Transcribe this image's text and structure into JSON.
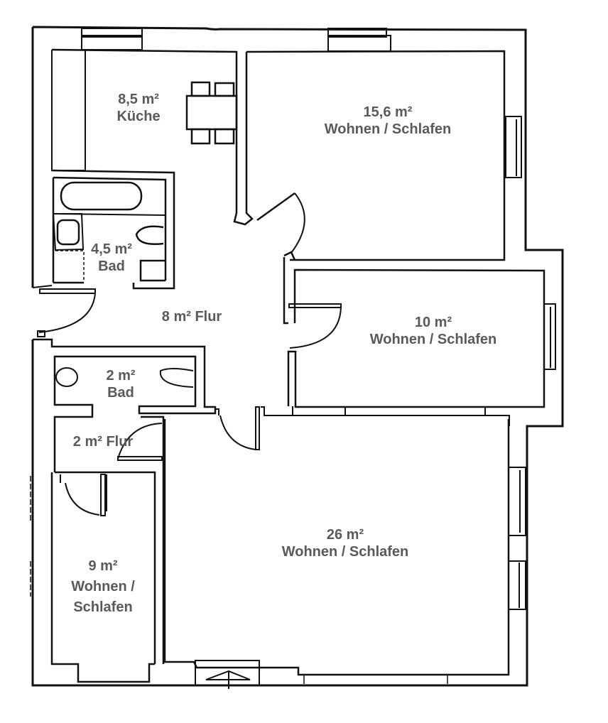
{
  "plan": {
    "type": "floor-plan",
    "label_color": "#5a5a5a",
    "line_color": "#111111",
    "rooms": [
      {
        "id": "kueche",
        "area": "8,5 m²",
        "name": "Küche"
      },
      {
        "id": "zimmer-15-6",
        "area": "15,6 m²",
        "name": "Wohnen / Schlafen"
      },
      {
        "id": "bad-4-5",
        "area": "4,5 m²",
        "name": "Bad"
      },
      {
        "id": "flur-8",
        "area": "8 m² Flur",
        "name": ""
      },
      {
        "id": "zimmer-10",
        "area": "10 m²",
        "name": "Wohnen / Schlafen"
      },
      {
        "id": "bad-2",
        "area": "2 m²",
        "name": "Bad"
      },
      {
        "id": "flur-2",
        "area": "2 m² Flur",
        "name": ""
      },
      {
        "id": "zimmer-26",
        "area": "26 m²",
        "name": "Wohnen / Schlafen"
      },
      {
        "id": "zimmer-9",
        "area": "9 m²",
        "name": "Wohnen /",
        "name2": "Schlafen"
      }
    ]
  }
}
